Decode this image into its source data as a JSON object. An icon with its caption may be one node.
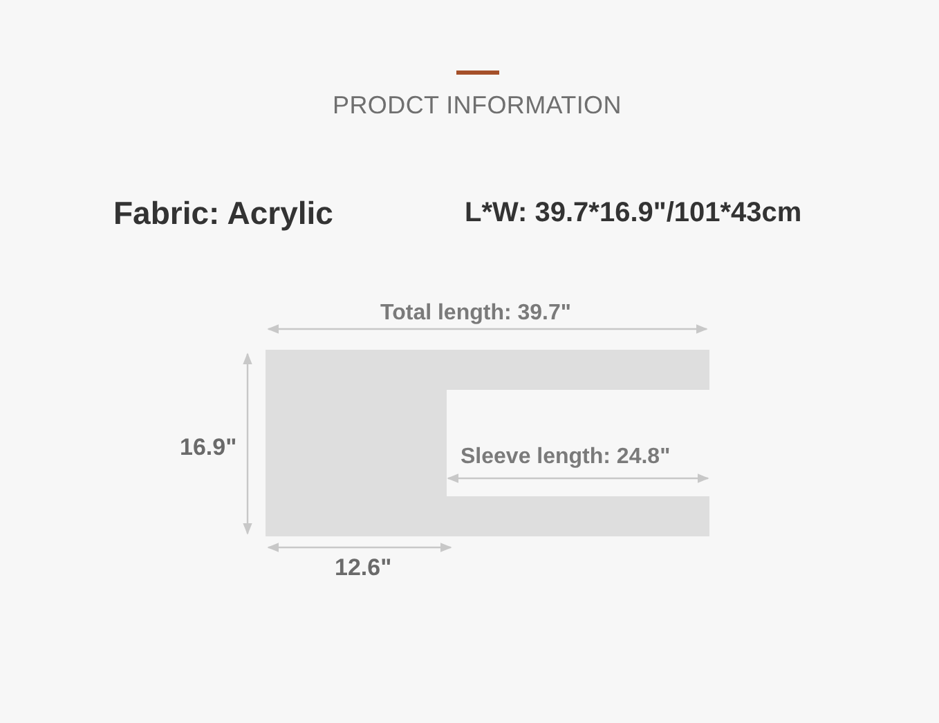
{
  "diagram": {
    "title": "PRODCT INFORMATION",
    "labels": [
      "Fabric: Acrylic",
      "L*W: 39.7*16.9\"/101*43cm",
      "Total length: 39.7\"",
      "16.9\"",
      "Sleeve length: 24.8\"",
      "12.6\""
    ]
  }
}
